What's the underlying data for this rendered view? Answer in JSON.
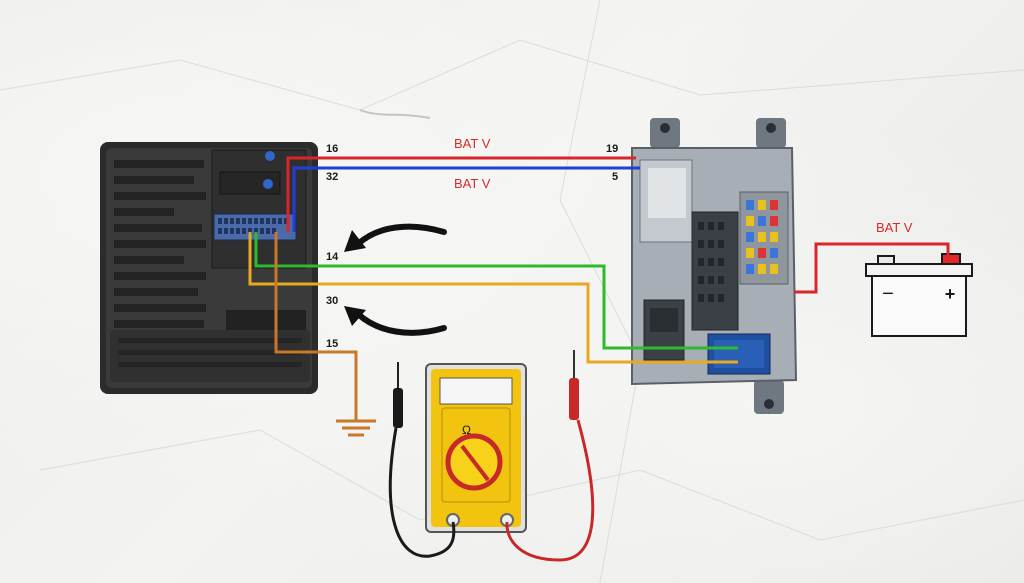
{
  "pins": {
    "p16": "16",
    "p32": "32",
    "p14": "14",
    "p30": "30",
    "p15": "15",
    "p19": "19",
    "p5": "5"
  },
  "labels": {
    "bat_v_top": "BAT V",
    "bat_v_mid": "BAT V",
    "bat_v_battery": "BAT V"
  },
  "battery": {
    "minus": "−",
    "plus": "+"
  },
  "multimeter": {
    "dial_symbol": "Ω"
  },
  "wire_colors": {
    "red": "#d8262b",
    "blue": "#1f3fd6",
    "green": "#2dbb2d",
    "yellow": "#e8a91e",
    "brown": "#c9772a"
  }
}
